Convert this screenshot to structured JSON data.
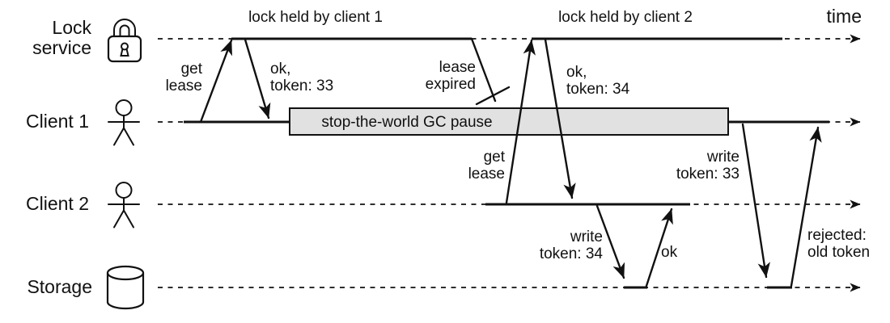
{
  "colors": {
    "ink": "#111111",
    "background": "#ffffff",
    "gc_box_fill": "#e1e1e1"
  },
  "lanes": {
    "lock_service": {
      "label": "Lock\nservice",
      "icon": "padlock-icon"
    },
    "client1": {
      "label": "Client 1",
      "icon": "person-icon"
    },
    "client2": {
      "label": "Client 2",
      "icon": "person-icon"
    },
    "storage": {
      "label": "Storage",
      "icon": "database-cylinder-icon"
    }
  },
  "annotations": {
    "time": "time",
    "lock_held_by_client1": "lock held by client 1",
    "lock_held_by_client2": "lock held by client 2",
    "get_lease_client1": "get\nlease",
    "ok_token_33": "ok,\ntoken: 33",
    "lease_expired": "lease\nexpired",
    "gc_pause": "stop-the-world GC pause",
    "get_lease_client2": "get\nlease",
    "ok_token_34": "ok,\ntoken: 34",
    "write_token_34": "write\ntoken: 34",
    "ok_storage_ack": "ok",
    "write_token_33": "write\ntoken: 33",
    "rejected_old_token": "rejected:\nold token"
  }
}
